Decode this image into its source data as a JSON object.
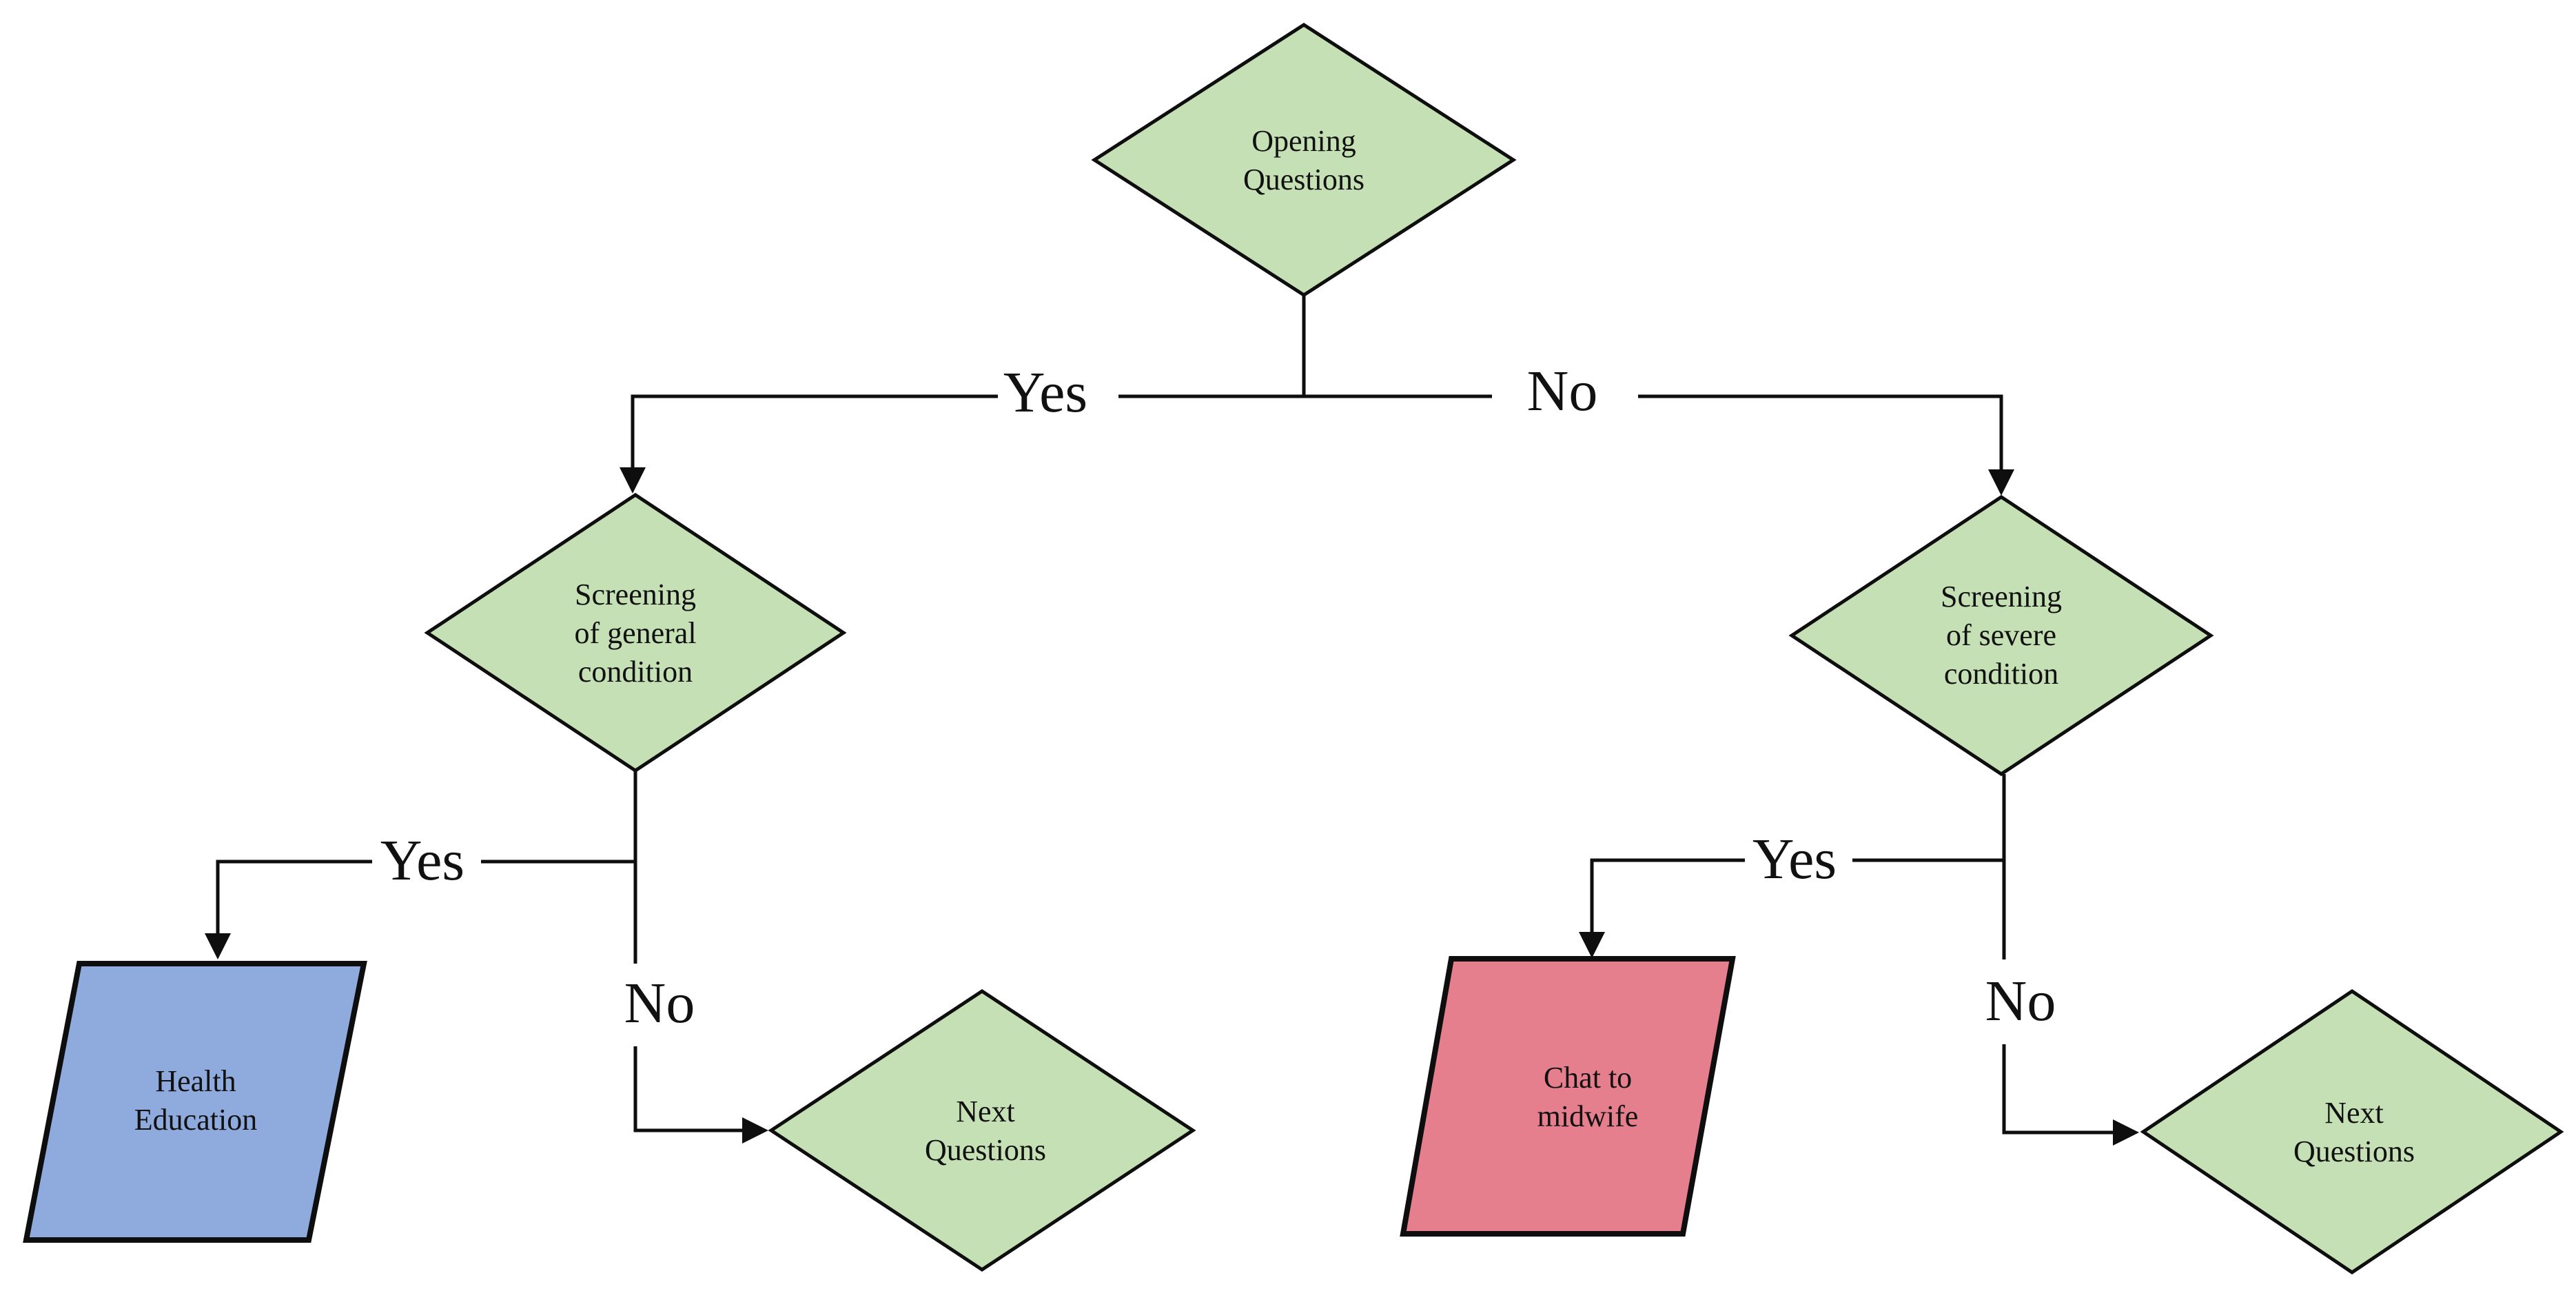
{
  "diagram": {
    "kind": "flowchart-decision-tree",
    "background_color": "#ffffff",
    "stroke_color": "#0e0e0e",
    "text_color": "#111111",
    "colors": {
      "decision_fill": "#c5e0b4",
      "health_education_fill": "#8faadc",
      "chat_to_midwife_fill": "#e57e8d"
    },
    "nodes": [
      {
        "id": "opening-questions",
        "shape": "diamond",
        "label": "Opening\nQuestions"
      },
      {
        "id": "screening-general",
        "shape": "diamond",
        "label": "Screening\nof general\ncondition"
      },
      {
        "id": "screening-severe",
        "shape": "diamond",
        "label": "Screening\nof severe\ncondition"
      },
      {
        "id": "health-education",
        "shape": "parallelogram",
        "label": "Health\nEducation"
      },
      {
        "id": "chat-to-midwife",
        "shape": "parallelogram",
        "label": "Chat to\nmidwife"
      },
      {
        "id": "next-questions-left",
        "shape": "diamond",
        "label": "Next\nQuestions"
      },
      {
        "id": "next-questions-right",
        "shape": "diamond",
        "label": "Next\nQuestions"
      }
    ],
    "edges": [
      {
        "from": "opening-questions",
        "to": "screening-general",
        "label": "Yes"
      },
      {
        "from": "opening-questions",
        "to": "screening-severe",
        "label": "No"
      },
      {
        "from": "screening-general",
        "to": "health-education",
        "label": "Yes"
      },
      {
        "from": "screening-general",
        "to": "next-questions-left",
        "label": "No"
      },
      {
        "from": "screening-severe",
        "to": "chat-to-midwife",
        "label": "Yes"
      },
      {
        "from": "screening-severe",
        "to": "next-questions-right",
        "label": "No"
      }
    ]
  }
}
